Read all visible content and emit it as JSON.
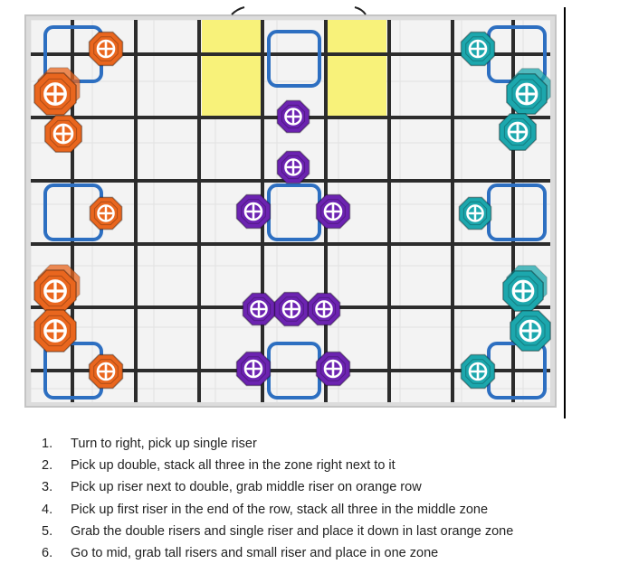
{
  "field": {
    "colors": {
      "tile": "#f3f3f3",
      "grid_line": "#2c2c2c",
      "zone_fill": "#f8f27a",
      "zone_outline": "#2d6fc1",
      "orange": "#e9661e",
      "teal": "#1ca7ad",
      "purple": "#6c23b1"
    },
    "pieces": {
      "orange": {
        "name": "orange-riser-icon"
      },
      "teal": {
        "name": "teal-riser-icon"
      },
      "purple": {
        "name": "purple-riser-icon"
      }
    }
  },
  "steps": [
    {
      "number": "1.",
      "text": "Turn to right, pick up single riser"
    },
    {
      "number": "2.",
      "text": "Pick up double, stack all three in the zone right next to it"
    },
    {
      "number": "3.",
      "text": "Pick up riser next to double, grab middle riser on orange row"
    },
    {
      "number": "4.",
      "text": "Pick up first riser in the end of the row, stack all three in the middle zone"
    },
    {
      "number": "5.",
      "text": "Grab the double risers and single riser and place it down in last orange zone"
    },
    {
      "number": "6.",
      "text": "Go to mid, grab tall risers and small riser and place in one zone"
    }
  ]
}
